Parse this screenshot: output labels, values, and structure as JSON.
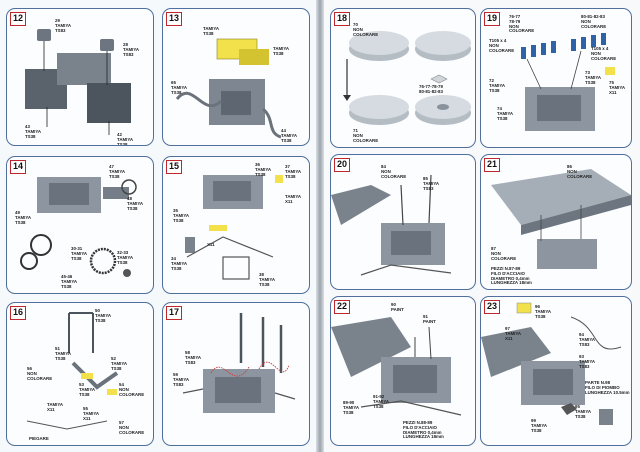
{
  "panels": {
    "p12": {
      "step": "12",
      "labels": [
        "29\nTAMIYA\nTS83",
        "28\nTAMIYA\nTS83",
        "43\nTAMIYA\nTS38",
        "42\nTAMIYA\nTS38"
      ]
    },
    "p13": {
      "step": "13",
      "labels": [
        "TAMIYA\nTS38",
        "TAMIYA\nTS38",
        "65\nTAMIYA\nTS38",
        "44\nTAMIYA\nTS38"
      ]
    },
    "p14": {
      "step": "14",
      "labels": [
        "47\nTAMIYA\nTS38",
        "48\nTAMIYA\nTS38",
        "49\nTAMIYA\nTS38",
        "30-31\nTAMIYA\nTS38",
        "32-33\nTAMIYA\nTS38",
        "45-46\nTAMIYA\nTS38"
      ]
    },
    "p15": {
      "step": "15",
      "labels": [
        "36\nTAMIYA\nTS38",
        "37\nTAMIYA\nTS38",
        "TAMIYA\nX11",
        "35\nTAMIYA\nTS38",
        "X11",
        "34\nTAMIYA\nTS38",
        "38\nTAMIYA\nTS38"
      ]
    },
    "p16": {
      "step": "16",
      "labels": [
        "50\nTAMIYA\nTS38",
        "51\nTAMIYA\nTS38",
        "56\nNON\nCOLORARE",
        "52\nTAMIYA\nTS38",
        "53\nTAMIYA\nTS38",
        "54\nNON\nCOLORARE",
        "TAMIYA\nX11",
        "55\nTAMIYA\nX11",
        "57\nNON\nCOLORARE",
        "PIEGARE"
      ]
    },
    "p17": {
      "step": "17",
      "labels": [
        "58\nTAMIYA\nTS83",
        "59\nTAMIYA\nTS83"
      ]
    },
    "p18": {
      "step": "18",
      "labels": [
        "70\nNON\nCOLORARE",
        "76-77-78-79\n80-81-82-83",
        "71\nNON\nCOLORARE"
      ]
    },
    "p19": {
      "step": "19",
      "labels": [
        "76-77\n78-79\nNON\nCOLORARE",
        "80-81-82-83\nNON\nCOLORARE",
        "T105 x 4\nNON\nCOLORARE",
        "T105 x 4\nNON\nCOLORARE",
        "72\nTAMIYA\nTS38",
        "73\nTAMIYA\nTS38",
        "74\nTAMIYA\nTS38",
        "75\nTAMIYA\nX11"
      ]
    },
    "p20": {
      "step": "20",
      "labels": [
        "84\nNON\nCOLORARE",
        "85\nTAMIYA\nTS83"
      ]
    },
    "p21": {
      "step": "21",
      "labels": [
        "86\nNON\nCOLORARE",
        "87\nNON\nCOLORARE",
        "PEZZI N.87-89\nFILO D'ACCIAIO\nDIAMETRO 0,4mm\nLUNGHEZZA 18mm"
      ]
    },
    "p22": {
      "step": "22",
      "labels": [
        "90\nPAINT",
        "91\nPAINT",
        "89-90\nTAMIYA\nTS38",
        "91-92\nTAMIYA\nTS38",
        "PEZZI N.88-89\nFILO D'ACCIAIO\nDIAMETRO 0,4mm\nLUNGHEZZA 18mm"
      ]
    },
    "p23": {
      "step": "23",
      "labels": [
        "96\nTAMIYA\nTS38",
        "97\nTAMIYA\nX11",
        "94\nTAMIYA\nTS83",
        "93\nTAMIYA\nTS83",
        "PARTE N.98\nFILO DI PIOMBO\nLUNGHEZZA 10.5mm",
        "95\nTAMIYA\nTS38",
        "99\nTAMIYA\nTS38"
      ]
    }
  },
  "colors": {
    "border": "#4f6f9c",
    "step_border": "#c0272d",
    "part_grey": "#9aa3ad",
    "part_dark": "#4c545d",
    "highlight": "#f2e14a",
    "wire": "#cc3b3b",
    "background_page": "#f6f9fc"
  }
}
